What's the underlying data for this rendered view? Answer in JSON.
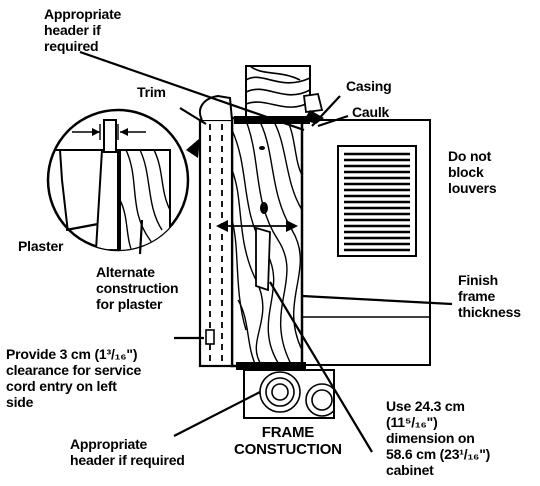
{
  "diagram": {
    "labels": {
      "header_top": "Appropriate\nheader if\nrequired",
      "trim": "Trim",
      "casing": "Casing",
      "caulk": "Caulk",
      "louvers": "Do not\nblock\nlouvers",
      "plaster": "Plaster",
      "alternate": "Alternate\nconstruction\nfor plaster",
      "finish": "Finish\nframe\nthickness",
      "clearance": "Provide 3 cm (1³/₁₆\")\nclearance for service\ncord entry on left\nside",
      "header_bottom": "Appropriate\nheader if required",
      "title": "FRAME\nCONSTUCTION",
      "dimension": "Use 24.3 cm\n(11⁵/₁₆\")\ndimension on\n58.6 cm (23¹/₁₆\")\ncabinet"
    },
    "colors": {
      "ink": "#000000",
      "paper": "#ffffff"
    }
  }
}
